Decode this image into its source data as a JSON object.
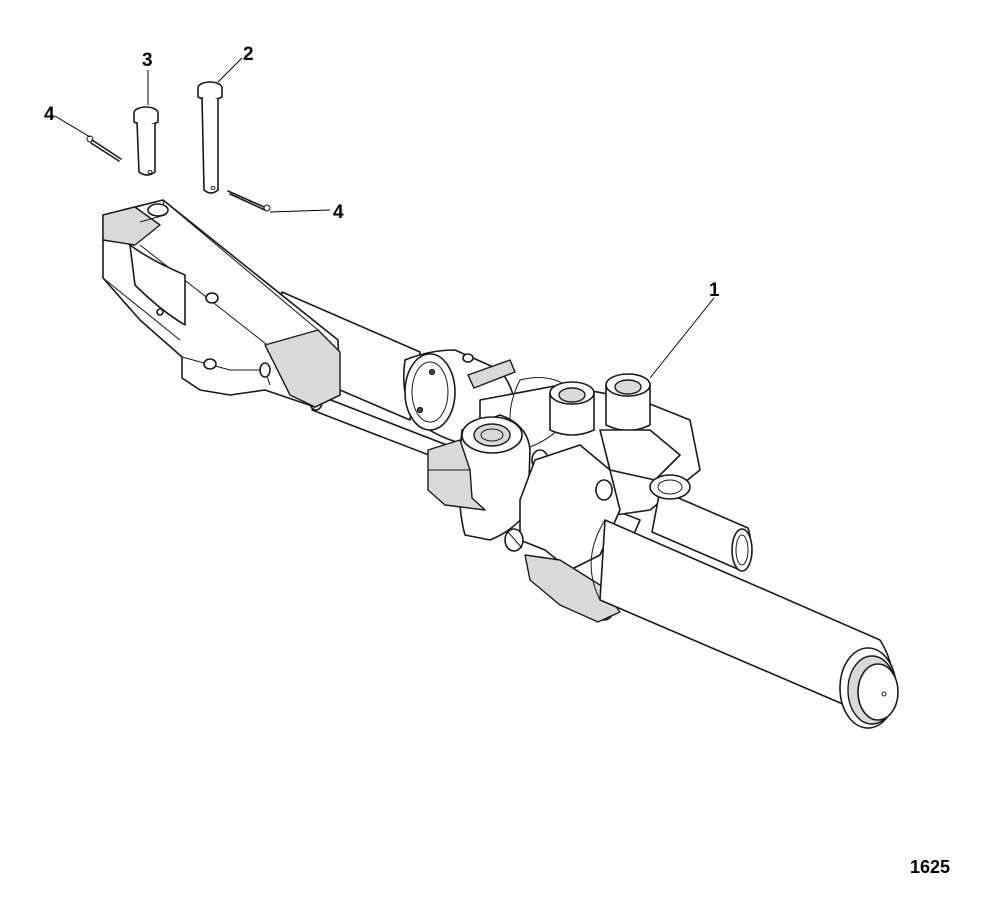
{
  "callouts": [
    {
      "id": "callout-1",
      "label": "1"
    },
    {
      "id": "callout-2",
      "label": "2"
    },
    {
      "id": "callout-3",
      "label": "3"
    },
    {
      "id": "callout-4-left",
      "label": "4"
    },
    {
      "id": "callout-4-right",
      "label": "4"
    }
  ],
  "figure_number": "1625",
  "colors": {
    "line": "#1a1a1a",
    "shade": "#d9d9d9",
    "background": "#ffffff"
  }
}
